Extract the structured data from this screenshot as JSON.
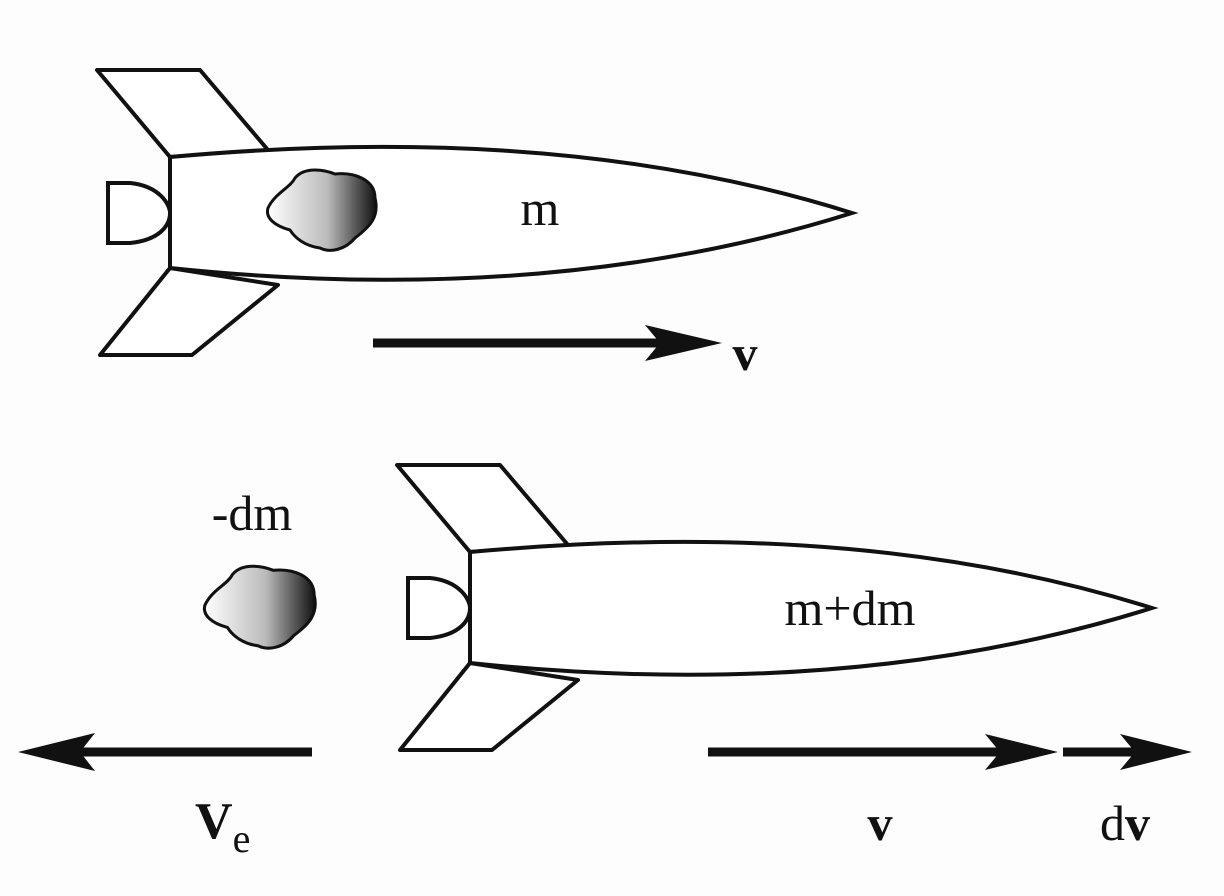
{
  "diagram": {
    "top": {
      "mass_label": "m",
      "velocity_label": "v"
    },
    "bottom": {
      "ejected_mass_label": "-dm",
      "mass_label": "m+dm",
      "exhaust_velocity_label": "V",
      "exhaust_velocity_subscript": "e",
      "velocity_label": "v",
      "velocity_change_label_prefix": "d",
      "velocity_change_label_bold": "v"
    },
    "colors": {
      "stroke": "#111111",
      "fill": "#ffffff"
    }
  }
}
